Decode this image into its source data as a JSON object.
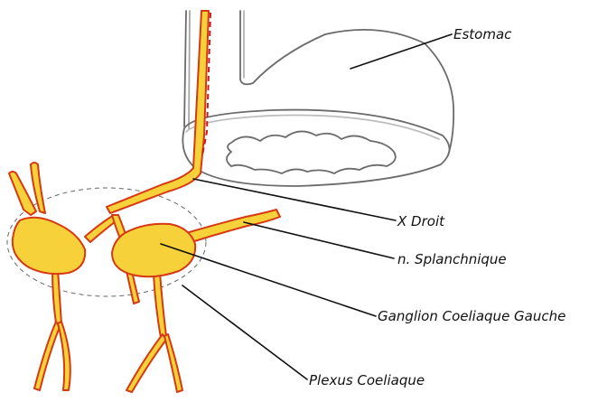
{
  "labels": {
    "stomach": "Estomac",
    "vagus_right": "X Droit",
    "splanchnic": "n. Splanchnique",
    "ganglion_left": "Ganglion Coeliaque Gauche",
    "plexus": "Plexus Coeliaque"
  },
  "colors": {
    "nerve_outline": "#d63a12",
    "nerve_fill": "#f6d13a",
    "vagus_dash": "#c81e1e",
    "pencil": "#6b6b6b",
    "leader": "#111111"
  }
}
